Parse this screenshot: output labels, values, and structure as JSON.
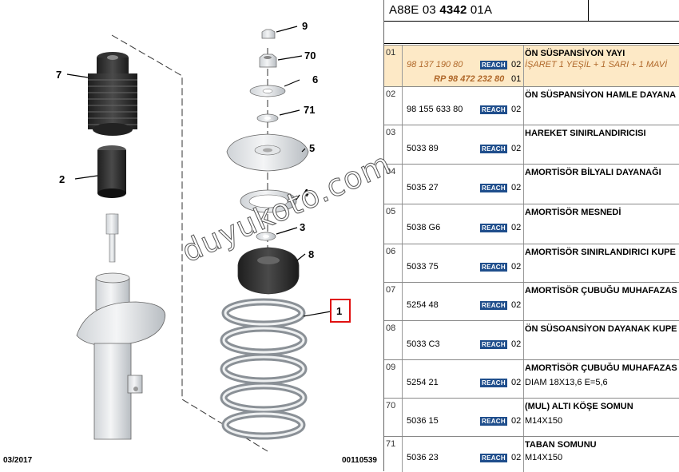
{
  "diagram": {
    "callouts": [
      "9",
      "70",
      "6",
      "71",
      "5",
      "4",
      "3",
      "8",
      "1",
      "7",
      "2"
    ],
    "date": "03/2017",
    "ref": "00110539"
  },
  "header": {
    "code_prefix": "A88E 03 ",
    "code_bold": "4342",
    "code_suffix": " 01A"
  },
  "reach_label": "REACH",
  "rows": [
    {
      "num": "01",
      "pn": "98 137 190 80",
      "pn2": "RP 98 472 232 80",
      "qty": "02",
      "qty2": "01",
      "desc": "ÖN SÜSPANSİYON YAYI",
      "note": "İŞARET 1 YEŞİL + 1 SARI + 1 MAVİ",
      "highlight": true
    },
    {
      "num": "02",
      "pn": "98 155 633 80",
      "qty": "02",
      "desc": "ÖN SÜSPANSİYON HAMLE DAYANA",
      "note": ""
    },
    {
      "num": "03",
      "pn": "5033 89",
      "qty": "02",
      "desc": "HAREKET SINIRLANDIRICISI",
      "note": ""
    },
    {
      "num": "04",
      "pn": "5035 27",
      "qty": "02",
      "desc": "AMORTİSÖR BİLYALI DAYANAĞI",
      "note": ""
    },
    {
      "num": "05",
      "pn": "5038 G6",
      "qty": "02",
      "desc": "AMORTİSÖR MESNEDİ",
      "note": ""
    },
    {
      "num": "06",
      "pn": "5033 75",
      "qty": "02",
      "desc": "AMORTİSÖR SINIRLANDIRICI KUPE",
      "note": ""
    },
    {
      "num": "07",
      "pn": "5254 48",
      "qty": "02",
      "desc": "AMORTİSÖR ÇUBUĞU MUHAFAZAS",
      "note": ""
    },
    {
      "num": "08",
      "pn": "5033 C3",
      "qty": "02",
      "desc": "ÖN SÜSOANSİYON DAYANAK KUPE",
      "note": ""
    },
    {
      "num": "09",
      "pn": "5254 21",
      "qty": "02",
      "desc": "AMORTİSÖR ÇUBUĞU MUHAFAZAS",
      "note": "DIAM 18X13,6 E=5,6"
    },
    {
      "num": "70",
      "pn": "5036 15",
      "qty": "02",
      "desc": "(MUL) ALTI KÖŞE SOMUN",
      "note": "M14X150"
    },
    {
      "num": "71",
      "pn": "5036 23",
      "qty": "02",
      "desc": "TABAN SOMUNU",
      "note": "M14X150"
    }
  ],
  "watermark": "duyukoto.com"
}
